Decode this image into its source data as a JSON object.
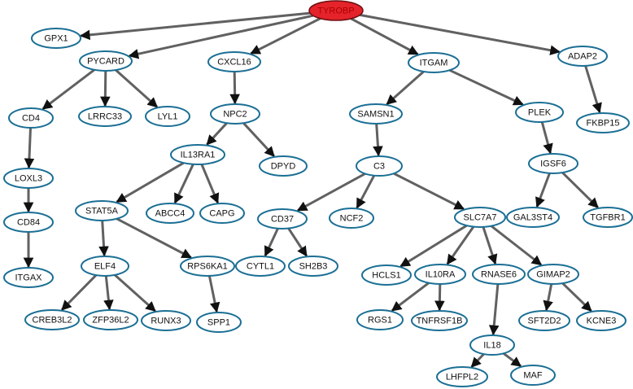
{
  "nodes": [
    {
      "id": "TYROBP",
      "label": "TYROBP"
    },
    {
      "id": "GPX1",
      "label": "GPX1"
    },
    {
      "id": "PYCARD",
      "label": "PYCARD"
    },
    {
      "id": "CXCL16",
      "label": "CXCL16"
    },
    {
      "id": "ITGAM",
      "label": "ITGAM"
    },
    {
      "id": "ADAP2",
      "label": "ADAP2"
    },
    {
      "id": "CD4",
      "label": "CD4"
    },
    {
      "id": "LRRC33",
      "label": "LRRC33"
    },
    {
      "id": "LYL1",
      "label": "LYL1"
    },
    {
      "id": "NPC2",
      "label": "NPC2"
    },
    {
      "id": "SAMSN1",
      "label": "SAMSN1"
    },
    {
      "id": "PLEK",
      "label": "PLEK"
    },
    {
      "id": "FKBP15",
      "label": "FKBP15"
    },
    {
      "id": "LOXL3",
      "label": "LOXL3"
    },
    {
      "id": "IL13RA1",
      "label": "IL13RA1"
    },
    {
      "id": "DPYD",
      "label": "DPYD"
    },
    {
      "id": "C3",
      "label": "C3"
    },
    {
      "id": "IGSF6",
      "label": "IGSF6"
    },
    {
      "id": "CD84",
      "label": "CD84"
    },
    {
      "id": "STAT5A",
      "label": "STAT5A"
    },
    {
      "id": "ABCC4",
      "label": "ABCC4"
    },
    {
      "id": "CAPG",
      "label": "CAPG"
    },
    {
      "id": "CD37",
      "label": "CD37"
    },
    {
      "id": "NCF2",
      "label": "NCF2"
    },
    {
      "id": "SLC7A7",
      "label": "SLC7A7"
    },
    {
      "id": "GAL3ST4",
      "label": "GAL3ST4"
    },
    {
      "id": "TGFBR1",
      "label": "TGFBR1"
    },
    {
      "id": "ITGAX",
      "label": "ITGAX"
    },
    {
      "id": "ELF4",
      "label": "ELF4"
    },
    {
      "id": "RPS6KA1",
      "label": "RPS6KA1"
    },
    {
      "id": "CYTL1",
      "label": "CYTL1"
    },
    {
      "id": "SH2B3",
      "label": "SH2B3"
    },
    {
      "id": "HCLS1",
      "label": "HCLS1"
    },
    {
      "id": "IL10RA",
      "label": "IL10RA"
    },
    {
      "id": "RNASE6",
      "label": "RNASE6"
    },
    {
      "id": "GIMAP2",
      "label": "GIMAP2"
    },
    {
      "id": "CREB3L2",
      "label": "CREB3L2"
    },
    {
      "id": "ZFP36L2",
      "label": "ZFP36L2"
    },
    {
      "id": "RUNX3",
      "label": "RUNX3"
    },
    {
      "id": "SPP1",
      "label": "SPP1"
    },
    {
      "id": "RGS1",
      "label": "RGS1"
    },
    {
      "id": "TNFRSF1B",
      "label": "TNFRSF1B"
    },
    {
      "id": "IL18",
      "label": "IL18"
    },
    {
      "id": "SFT2D2",
      "label": "SFT2D2"
    },
    {
      "id": "KCNE3",
      "label": "KCNE3"
    },
    {
      "id": "LHFPL2",
      "label": "LHFPL2"
    },
    {
      "id": "MAF",
      "label": "MAF"
    }
  ],
  "edges": [
    [
      "TYROBP",
      "GPX1"
    ],
    [
      "TYROBP",
      "PYCARD"
    ],
    [
      "TYROBP",
      "CXCL16"
    ],
    [
      "TYROBP",
      "ITGAM"
    ],
    [
      "TYROBP",
      "ADAP2"
    ],
    [
      "PYCARD",
      "CD4"
    ],
    [
      "PYCARD",
      "LRRC33"
    ],
    [
      "PYCARD",
      "LYL1"
    ],
    [
      "CXCL16",
      "NPC2"
    ],
    [
      "ITGAM",
      "SAMSN1"
    ],
    [
      "ITGAM",
      "PLEK"
    ],
    [
      "ADAP2",
      "FKBP15"
    ],
    [
      "CD4",
      "LOXL3"
    ],
    [
      "LOXL3",
      "CD84"
    ],
    [
      "CD84",
      "ITGAX"
    ],
    [
      "NPC2",
      "IL13RA1"
    ],
    [
      "NPC2",
      "DPYD"
    ],
    [
      "IL13RA1",
      "STAT5A"
    ],
    [
      "IL13RA1",
      "ABCC4"
    ],
    [
      "IL13RA1",
      "CAPG"
    ],
    [
      "STAT5A",
      "ELF4"
    ],
    [
      "STAT5A",
      "RPS6KA1"
    ],
    [
      "ELF4",
      "CREB3L2"
    ],
    [
      "ELF4",
      "ZFP36L2"
    ],
    [
      "ELF4",
      "RUNX3"
    ],
    [
      "RPS6KA1",
      "SPP1"
    ],
    [
      "SAMSN1",
      "C3"
    ],
    [
      "C3",
      "CD37"
    ],
    [
      "C3",
      "NCF2"
    ],
    [
      "C3",
      "SLC7A7"
    ],
    [
      "CD37",
      "CYTL1"
    ],
    [
      "CD37",
      "SH2B3"
    ],
    [
      "SLC7A7",
      "HCLS1"
    ],
    [
      "SLC7A7",
      "IL10RA"
    ],
    [
      "SLC7A7",
      "RNASE6"
    ],
    [
      "SLC7A7",
      "GIMAP2"
    ],
    [
      "IL10RA",
      "RGS1"
    ],
    [
      "IL10RA",
      "TNFRSF1B"
    ],
    [
      "RNASE6",
      "IL18"
    ],
    [
      "IL18",
      "LHFPL2"
    ],
    [
      "IL18",
      "MAF"
    ],
    [
      "GIMAP2",
      "SFT2D2"
    ],
    [
      "GIMAP2",
      "KCNE3"
    ],
    [
      "PLEK",
      "IGSF6"
    ],
    [
      "IGSF6",
      "GAL3ST4"
    ],
    [
      "IGSF6",
      "TGFBR1"
    ]
  ]
}
